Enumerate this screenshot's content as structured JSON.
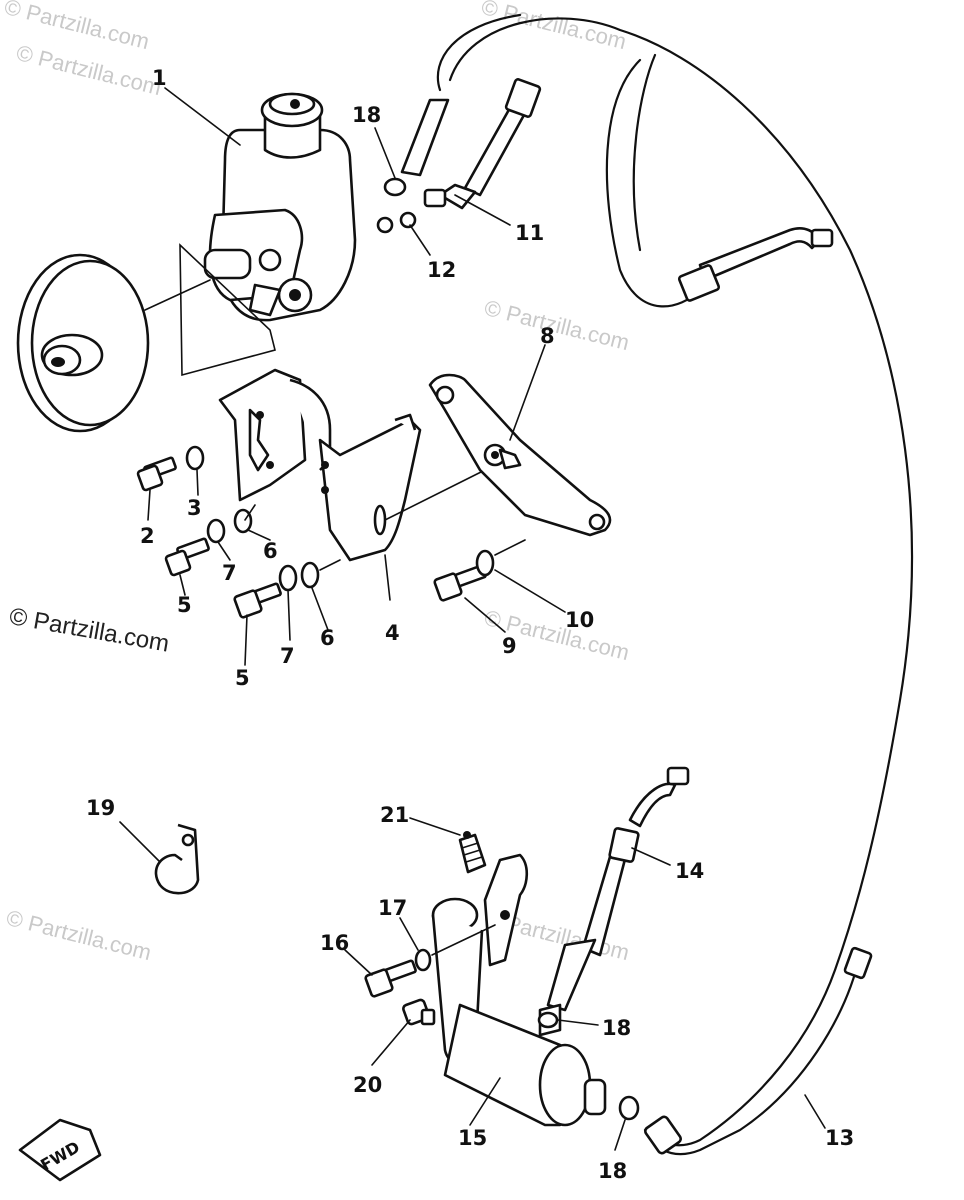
{
  "watermark": {
    "text": "© Partzilla.com"
  },
  "callouts": {
    "c1": "1",
    "c2": "2",
    "c3": "3",
    "c4": "4",
    "c5a": "5",
    "c5b": "5",
    "c6a": "6",
    "c6b": "6",
    "c7a": "7",
    "c7b": "7",
    "c8": "8",
    "c9": "9",
    "c10": "10",
    "c11": "11",
    "c12": "12",
    "c13": "13",
    "c14": "14",
    "c15": "15",
    "c16": "16",
    "c17": "17",
    "c18a": "18",
    "c18b": "18",
    "c18c": "18",
    "c19": "19",
    "c20": "20",
    "c21": "21"
  },
  "fwd_label": "FWD",
  "colors": {
    "ink": "#111111",
    "watermark": "#c9c9c9",
    "background": "#ffffff"
  }
}
